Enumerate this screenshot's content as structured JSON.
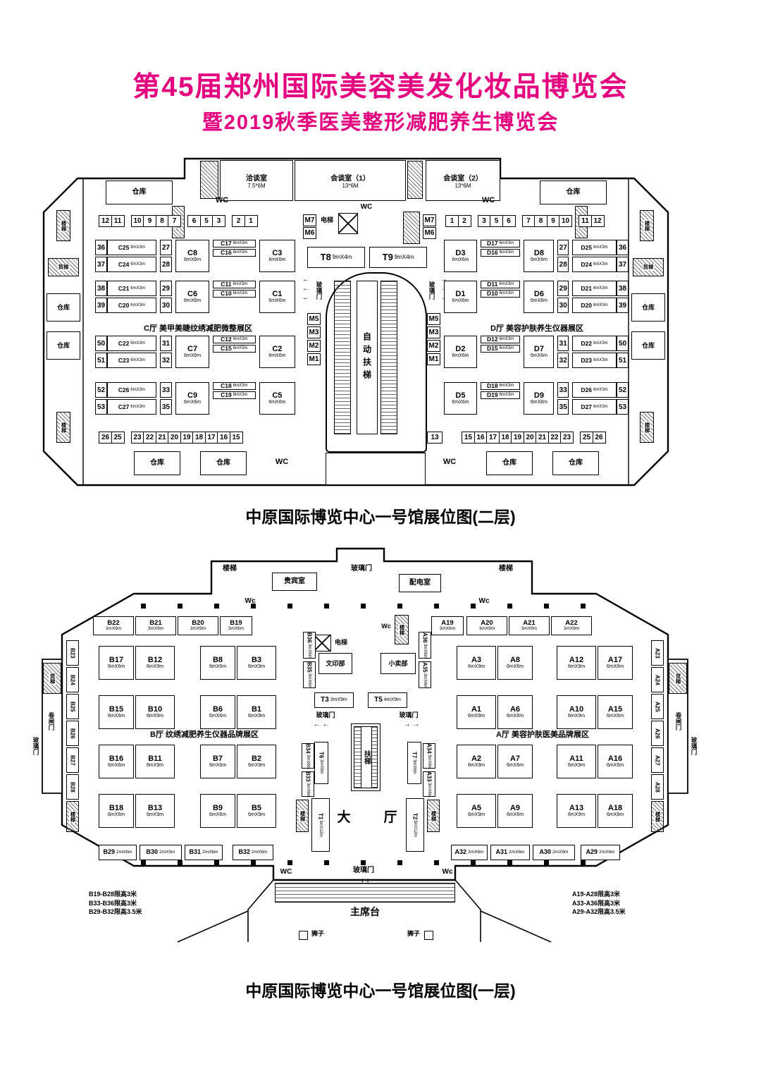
{
  "accent_color": "#e4007f",
  "title": {
    "line1": "第45届郑州国际美容美发化妆品博览会",
    "line2": "暨2019秋季医美整形减肥养生博览会"
  },
  "labels": {
    "warehouse": "仓库",
    "wc": "WC",
    "wc_small": "Wc",
    "stairs": "楼梯",
    "freight_elevator": "货梯",
    "elevator": "电梯",
    "glass_door": "玻璃门",
    "auto_escalator": "自动扶梯",
    "escalator": "扶梯",
    "rolling_door": "卷闸门",
    "print_room": "文印部",
    "kiosk": "小卖部",
    "vip_room": "贵宾室",
    "power_room": "配电室",
    "podium": "主席台",
    "lion": "狮子",
    "hall_char_left": "大",
    "hall_char_right": "厅"
  },
  "floor2": {
    "caption": "中原国际博览中心一号馆展位图(二层)",
    "rooms": [
      {
        "name": "洽谈室",
        "size": "7.5*6M"
      },
      {
        "name": "会谈室（1）",
        "size": "13*6M"
      },
      {
        "name": "会谈室（2）",
        "size": "13*6M"
      }
    ],
    "hall_c": "C厅  美甲美睫纹绣减肥微整展区",
    "hall_d": "D厅  美容护肤养生仪器展区",
    "num_top_left": [
      [
        "12",
        "11"
      ],
      [
        "10",
        "9",
        "8",
        "7"
      ],
      [
        "6",
        "5",
        "3"
      ],
      [
        "2",
        "1"
      ]
    ],
    "num_top_right": [
      [
        "1",
        "2"
      ],
      [
        "3",
        "5",
        "6"
      ],
      [
        "7",
        "8",
        "9",
        "10"
      ],
      [
        "11",
        "12"
      ]
    ],
    "num_bottom_left": [
      [
        "26",
        "25"
      ],
      [
        "23",
        "22",
        "21",
        "20",
        "19",
        "18",
        "17",
        "16",
        "15"
      ]
    ],
    "num_13": "13",
    "num_bottom_right": [
      [
        "15",
        "16",
        "17",
        "18",
        "19",
        "20",
        "21",
        "22",
        "23"
      ],
      [
        "25",
        "26"
      ]
    ],
    "m_top": [
      "M7",
      "M6"
    ],
    "m_side": [
      "M5",
      "M3",
      "M2",
      "M1"
    ],
    "t_booths": [
      {
        "id": "T8",
        "size": "9mX4m"
      },
      {
        "id": "T9",
        "size": "9mX4m"
      }
    ],
    "c_rows": [
      {
        "edge": [
          {
            "num": "36",
            "id": "C25",
            "size": "6mX3m"
          },
          {
            "num": "37",
            "id": "C24",
            "size": "6mX3m"
          }
        ],
        "nums": [
          "27",
          "28"
        ],
        "pair": {
          "id": "C8",
          "size": "6mX6m"
        },
        "stack": [
          {
            "id": "C17",
            "size": "6mX3m"
          },
          {
            "id": "C16",
            "size": "6mX3m"
          }
        ],
        "big": {
          "id": "C3",
          "size": "6mX6m"
        }
      },
      {
        "edge": [
          {
            "num": "38",
            "id": "C21",
            "size": "6mX3m"
          },
          {
            "num": "39",
            "id": "C20",
            "size": "6mX3m"
          }
        ],
        "nums": [
          "29",
          "30"
        ],
        "pair": {
          "id": "C6",
          "size": "6mX6m"
        },
        "stack": [
          {
            "id": "C11",
            "size": "6mX3m"
          },
          {
            "id": "C10",
            "size": "6mX3m"
          }
        ],
        "big": {
          "id": "C1",
          "size": "6mX6m"
        }
      },
      {
        "edge": [
          {
            "num": "50",
            "id": "C22",
            "size": "6mX3m"
          },
          {
            "num": "51",
            "id": "C23",
            "size": "6mX3m"
          }
        ],
        "nums": [
          "31",
          "32"
        ],
        "pair": {
          "id": "C7",
          "size": "6mX6m"
        },
        "stack": [
          {
            "id": "C12",
            "size": "6mX3m"
          },
          {
            "id": "C15",
            "size": "6mX3m"
          }
        ],
        "big": {
          "id": "C2",
          "size": "6mX6m"
        }
      },
      {
        "edge": [
          {
            "num": "52",
            "id": "C26",
            "size": "6mX3m"
          },
          {
            "num": "53",
            "id": "C27",
            "size": "6mX3m"
          }
        ],
        "nums": [
          "33",
          "35"
        ],
        "pair": {
          "id": "C9",
          "size": "6mX6m"
        },
        "stack": [
          {
            "id": "C18",
            "size": "6mX3m"
          },
          {
            "id": "C19",
            "size": "6mX3m"
          }
        ],
        "big": {
          "id": "C5",
          "size": "6mX6m"
        }
      }
    ],
    "d_rows": [
      {
        "big": {
          "id": "D3",
          "size": "6mX6m"
        },
        "stack": [
          {
            "id": "D17",
            "size": "6mX3m"
          },
          {
            "id": "D16",
            "size": "6mX3m"
          }
        ],
        "pair": {
          "id": "D8",
          "size": "6mX6m"
        },
        "nums": [
          "27",
          "28"
        ],
        "edge": [
          {
            "id": "D25",
            "size": "6mX3m",
            "num": "36"
          },
          {
            "id": "D24",
            "size": "6mX3m",
            "num": "37"
          }
        ]
      },
      {
        "big": {
          "id": "D1",
          "size": "6mX6m"
        },
        "stack": [
          {
            "id": "D11",
            "size": "6mX3m"
          },
          {
            "id": "D10",
            "size": "6mX3m"
          }
        ],
        "pair": {
          "id": "D6",
          "size": "6mX6m"
        },
        "nums": [
          "29",
          "30"
        ],
        "edge": [
          {
            "id": "D21",
            "size": "6mX3m",
            "num": "38"
          },
          {
            "id": "D20",
            "size": "6mX3m",
            "num": "39"
          }
        ]
      },
      {
        "big": {
          "id": "D2",
          "size": "6mX6m"
        },
        "stack": [
          {
            "id": "D12",
            "size": "6mX3m"
          },
          {
            "id": "D15",
            "size": "6mX3m"
          }
        ],
        "pair": {
          "id": "D7",
          "size": "6mX6m"
        },
        "nums": [
          "31",
          "32"
        ],
        "edge": [
          {
            "id": "D22",
            "size": "6mX3m",
            "num": "50"
          },
          {
            "id": "D23",
            "size": "6mX3m",
            "num": "51"
          }
        ]
      },
      {
        "big": {
          "id": "D5",
          "size": "6mX6m"
        },
        "stack": [
          {
            "id": "D18",
            "size": "6mX3m"
          },
          {
            "id": "D19",
            "size": "6mX3m"
          }
        ],
        "pair": {
          "id": "D9",
          "size": "6mX6m"
        },
        "nums": [
          "33",
          "35"
        ],
        "edge": [
          {
            "id": "D26",
            "size": "6mX3m",
            "num": "52"
          },
          {
            "id": "D27",
            "size": "6mX3m",
            "num": "53"
          }
        ]
      }
    ]
  },
  "floor1": {
    "caption": "中原国际博览中心一号馆展位图(一层)",
    "hall_b": "B厅  纹绣减肥养生仪器品牌展区",
    "hall_a": "A厅  美容护肤医美品牌展区",
    "top_b": [
      {
        "id": "B22",
        "size": "3mX9m"
      },
      {
        "id": "B21",
        "size": "3mX9m"
      },
      {
        "id": "B20",
        "size": "3mX9m"
      },
      {
        "id": "B19",
        "size": "3mX6m"
      }
    ],
    "top_a": [
      {
        "id": "A19",
        "size": "3mX6m"
      },
      {
        "id": "A20",
        "size": "3mX9m"
      },
      {
        "id": "A21",
        "size": "3mX9m"
      },
      {
        "id": "A22",
        "size": "3mX9m"
      }
    ],
    "rows_b": [
      [
        {
          "id": "B17",
          "size": "6mX6m"
        },
        {
          "id": "B12",
          "size": "6mX9m"
        },
        {
          "id": "B8",
          "size": "6mX6m"
        },
        {
          "id": "B3",
          "size": "6mX9m"
        }
      ],
      [
        {
          "id": "B15",
          "size": "6mX6m"
        },
        {
          "id": "B10",
          "size": "6mX9m"
        },
        {
          "id": "B6",
          "size": "6mX6m"
        },
        {
          "id": "B1",
          "size": "6mX9m"
        }
      ],
      [
        {
          "id": "B16",
          "size": "6mX6m"
        },
        {
          "id": "B11",
          "size": "6mX9m"
        },
        {
          "id": "B7",
          "size": "6mX6m"
        },
        {
          "id": "B2",
          "size": "6mX9m"
        }
      ],
      [
        {
          "id": "B18",
          "size": "6mX6m"
        },
        {
          "id": "B13",
          "size": "6mX9m"
        },
        {
          "id": "B9",
          "size": "6mX6m"
        },
        {
          "id": "B5",
          "size": "6mX9m"
        }
      ]
    ],
    "rows_a": [
      [
        {
          "id": "A3",
          "size": "6mX9m"
        },
        {
          "id": "A8",
          "size": "6mX6m"
        },
        {
          "id": "A12",
          "size": "6mX9m"
        },
        {
          "id": "A17",
          "size": "6mX6m"
        }
      ],
      [
        {
          "id": "A1",
          "size": "6mX9m"
        },
        {
          "id": "A6",
          "size": "6mX6m"
        },
        {
          "id": "A10",
          "size": "6mX9m"
        },
        {
          "id": "A15",
          "size": "6mX6m"
        }
      ],
      [
        {
          "id": "A2",
          "size": "6mX9m"
        },
        {
          "id": "A7",
          "size": "6mX6m"
        },
        {
          "id": "A11",
          "size": "6mX9m"
        },
        {
          "id": "A16",
          "size": "6mX6m"
        }
      ],
      [
        {
          "id": "A5",
          "size": "6mX9m"
        },
        {
          "id": "A9",
          "size": "6mX6m"
        },
        {
          "id": "A13",
          "size": "6mX9m"
        },
        {
          "id": "A18",
          "size": "6mX6m"
        }
      ]
    ],
    "bottom_b": [
      {
        "id": "B29",
        "size": "2mX6m"
      },
      {
        "id": "B30",
        "size": "2mX9m"
      },
      {
        "id": "B31",
        "size": "2mX6m"
      },
      {
        "id": "B32",
        "size": "2mX6m"
      }
    ],
    "bottom_a": [
      {
        "id": "A32",
        "size": "3mX6m"
      },
      {
        "id": "A31",
        "size": "2mX6m"
      },
      {
        "id": "A30",
        "size": "2mX9m"
      },
      {
        "id": "A29",
        "size": "2mX6m"
      }
    ],
    "t_booths": [
      {
        "id": "T3",
        "size": "3mX9m"
      },
      {
        "id": "T5",
        "size": "4mX9m"
      },
      {
        "id": "T6",
        "size": "3mX6m"
      },
      {
        "id": "T7",
        "size": "3mX6m"
      },
      {
        "id": "T1",
        "size": "3mX12m"
      },
      {
        "id": "T2",
        "size": "3mX12m"
      }
    ],
    "mid_b": [
      {
        "id": "B36",
        "size": "3mX6m"
      },
      {
        "id": "B35",
        "size": "3mX6m"
      },
      {
        "id": "B34",
        "size": "3mX6m"
      },
      {
        "id": "B33",
        "size": "3mX6m"
      }
    ],
    "mid_a": [
      {
        "id": "A36",
        "size": "3mX6m"
      },
      {
        "id": "A35",
        "size": "3mX6m"
      },
      {
        "id": "A34",
        "size": "3mX6m"
      },
      {
        "id": "A33",
        "size": "3mX6m"
      }
    ],
    "side_b": [
      "B23",
      "B24",
      "B25",
      "B26",
      "B27",
      "B28"
    ],
    "side_a": [
      "A23",
      "A24",
      "A25",
      "A26",
      "A27",
      "A28"
    ],
    "notes_b": [
      "B19-B28限高3米",
      "B33-B36限高3米",
      "B29-B32限高3.5米"
    ],
    "notes_a": [
      "A19-A28限高3米",
      "A33-A36限高3米",
      "A29-A32限高3.5米"
    ]
  }
}
